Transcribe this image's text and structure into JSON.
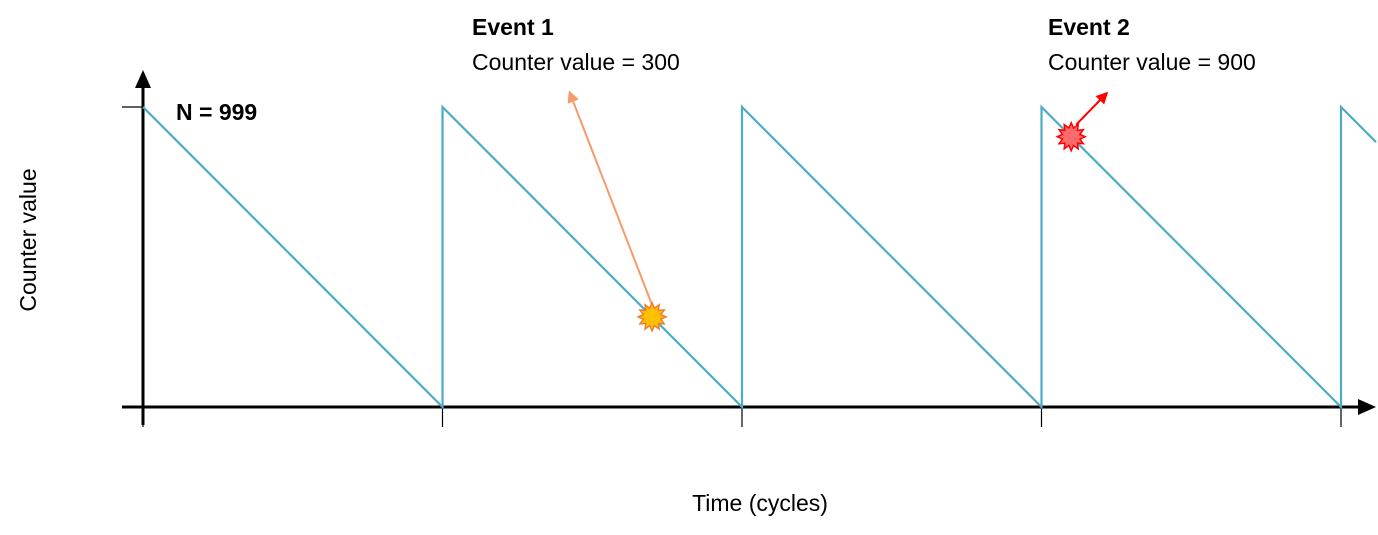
{
  "diagram": {
    "y_axis_label": "Counter value",
    "x_axis_label": "Time (cycles)",
    "n_label": "N = 999",
    "counter": {
      "max": 999,
      "min": 0,
      "cycles_shown": 4.2
    },
    "events": [
      {
        "title": "Event 1",
        "description": "Counter value = 300",
        "counter_value": 300,
        "color": "#F79A6B",
        "marker_fill": "#FFC000",
        "marker_stroke": "#ED7D31"
      },
      {
        "title": "Event 2",
        "description": "Counter value = 900",
        "counter_value": 900,
        "color": "#FF0000",
        "marker_fill": "#FF6B6B",
        "marker_stroke": "#FF0000"
      }
    ],
    "colors": {
      "sawtooth": "#4BACC6",
      "axis": "#000000"
    }
  }
}
